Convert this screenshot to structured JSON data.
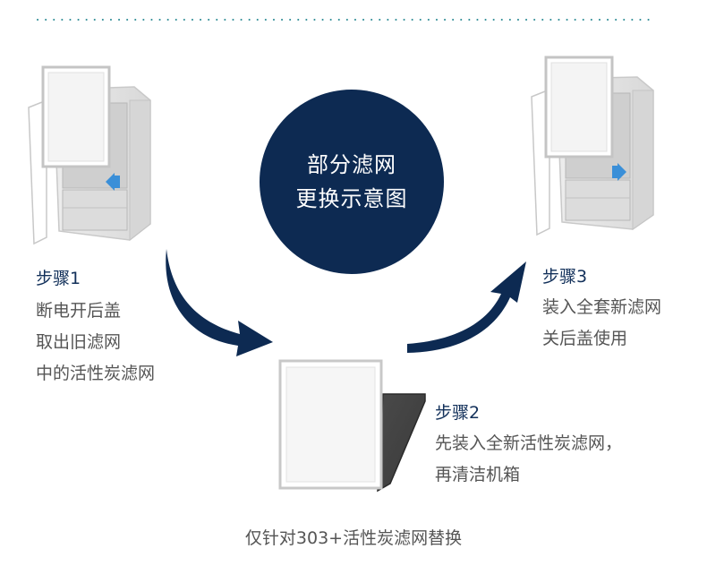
{
  "center_title": {
    "line1": "部分滤网",
    "line2": "更换示意图"
  },
  "step1": {
    "title": "步骤1",
    "lines": [
      "断电开后盖",
      "取出旧滤网",
      "中的活性炭滤网"
    ]
  },
  "step2": {
    "title": "步骤2",
    "lines": [
      "先装入全新活性炭滤网，",
      "再清洁机箱"
    ]
  },
  "step3": {
    "title": "步骤3",
    "lines": [
      "装入全套新滤网",
      "关后盖使用"
    ]
  },
  "caption": "仅针对303+活性炭滤网替换",
  "colors": {
    "navy": "#0d2a52",
    "dots": "#2a8a94",
    "arrow_small": "#3a8fd8",
    "text_gray": "#555555"
  }
}
